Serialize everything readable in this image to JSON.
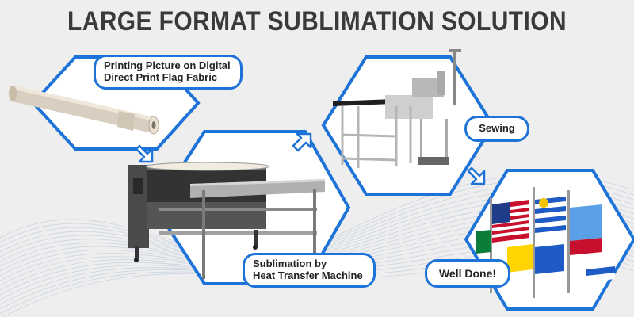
{
  "title": "LARGE FORMAT SUBLIMATION SOLUTION",
  "steps": [
    {
      "label_line1": "Printing Picture on Digital",
      "label_line2": "Direct Print Flag Fabric",
      "icon": "fabric-roll-icon"
    },
    {
      "label": "Sewing",
      "icon": "sewing-machine-icon"
    },
    {
      "label_line1": "Sublimation by",
      "label_line2": "Heat Transfer Machine",
      "icon": "heat-transfer-machine-icon"
    },
    {
      "label": "Well Done!",
      "icon": "flags-icon"
    }
  ],
  "colors": {
    "accent": "#1e73d8",
    "background": "#eeeeee",
    "title": "#3a3a3a",
    "arrow": "#1e73d8"
  }
}
